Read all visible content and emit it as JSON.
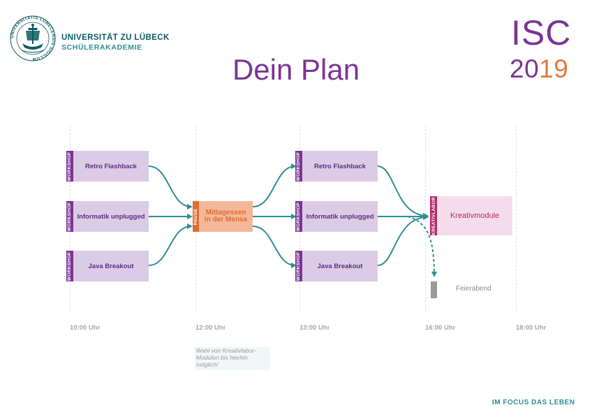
{
  "header": {
    "university_name": "UNIVERSITÄT ZU LÜBECK",
    "subtitle": "SCHÜLERAKADEMIE",
    "seal_text": "UNIVERSITATIS LUBECENSIS SIGILLUM",
    "page_title": "Dein Plan",
    "isc_word": "ISC",
    "isc_year_part1": "20",
    "isc_year_part2": "19"
  },
  "timeline": {
    "times": [
      "10:00 Uhr",
      "12:00 Uhr",
      "13:00 Uhr",
      "16:00 Uhr",
      "18:00 Uhr"
    ]
  },
  "blocks": {
    "morning": [
      {
        "side_label": "WORKSHOP",
        "label": "Retro Flashback"
      },
      {
        "side_label": "WORKSHOP",
        "label": "Informatik unplugged"
      },
      {
        "side_label": "WORKSHOP",
        "label": "Java Breakout"
      }
    ],
    "pause": {
      "side_label": "PAUSE",
      "label_line1": "Mittagessen",
      "label_line2": "in der Mensa"
    },
    "afternoon": [
      {
        "side_label": "WORKSHOP",
        "label": "Retro Flashback"
      },
      {
        "side_label": "WORKSHOP",
        "label": "Informatik unplugged"
      },
      {
        "side_label": "WORKSHOP",
        "label": "Java Breakout"
      }
    ],
    "kreativ": {
      "side_label": "KREATIVLABOR",
      "label": "Kreativmodule"
    },
    "feierabend": "Feierabend"
  },
  "note": {
    "line1": "Wahl von Kreativlabor-",
    "line2": "Modulen bis hierhin",
    "line3": "möglich!"
  },
  "footer": {
    "slogan": "IM FOCUS DAS LEBEN"
  },
  "colors": {
    "purple": "#7b3496",
    "workshop_fill": "#dccbe5",
    "orange": "#e06c2e",
    "pause_fill": "#f4b79a",
    "magenta": "#b8286a",
    "kreativ_fill": "#f5dcea",
    "teal": "#2e8f95",
    "grey": "#9a9a9a"
  },
  "icons": {
    "seal": "university-seal-icon"
  }
}
